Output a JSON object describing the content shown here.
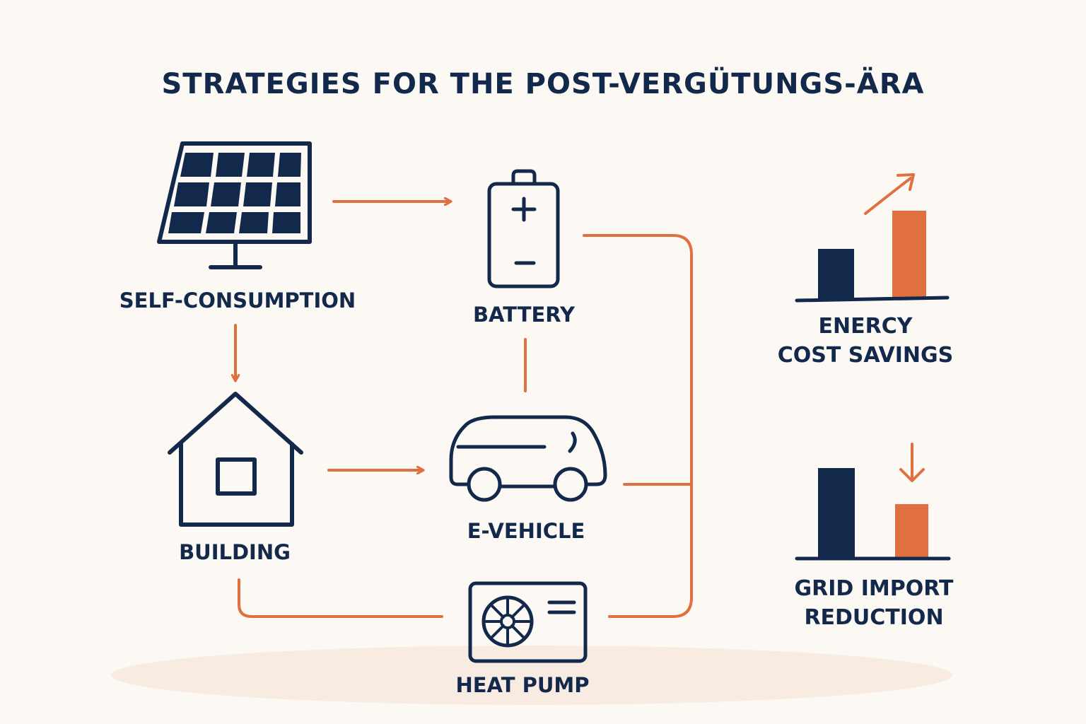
{
  "title": "STRATEGIES FOR THE POST-VERGÜTUNGS-ÄRA",
  "nodes": {
    "self_consumption": "SELF-CONSUMPTION",
    "battery": "BATTERY",
    "building": "BUILDING",
    "e_vehicle": "E-VEHICLE",
    "heat_pump": "HEAT PUMP"
  },
  "outcomes": {
    "energy_cost_savings": {
      "line1": "ENERCY",
      "line2": "COST SAVINGS"
    },
    "grid_import_reduction": {
      "line1": "GRID IMPORT",
      "line2": "REDUCTION"
    }
  },
  "colors": {
    "navy": "#13294b",
    "orange": "#e07040",
    "background": "#fcf8f4",
    "floor": "#f8ece2"
  },
  "icons": [
    "solar-panel-icon",
    "battery-icon",
    "house-icon",
    "van-icon",
    "heat-pump-icon",
    "bar-chart-up-icon",
    "bar-chart-down-icon"
  ]
}
